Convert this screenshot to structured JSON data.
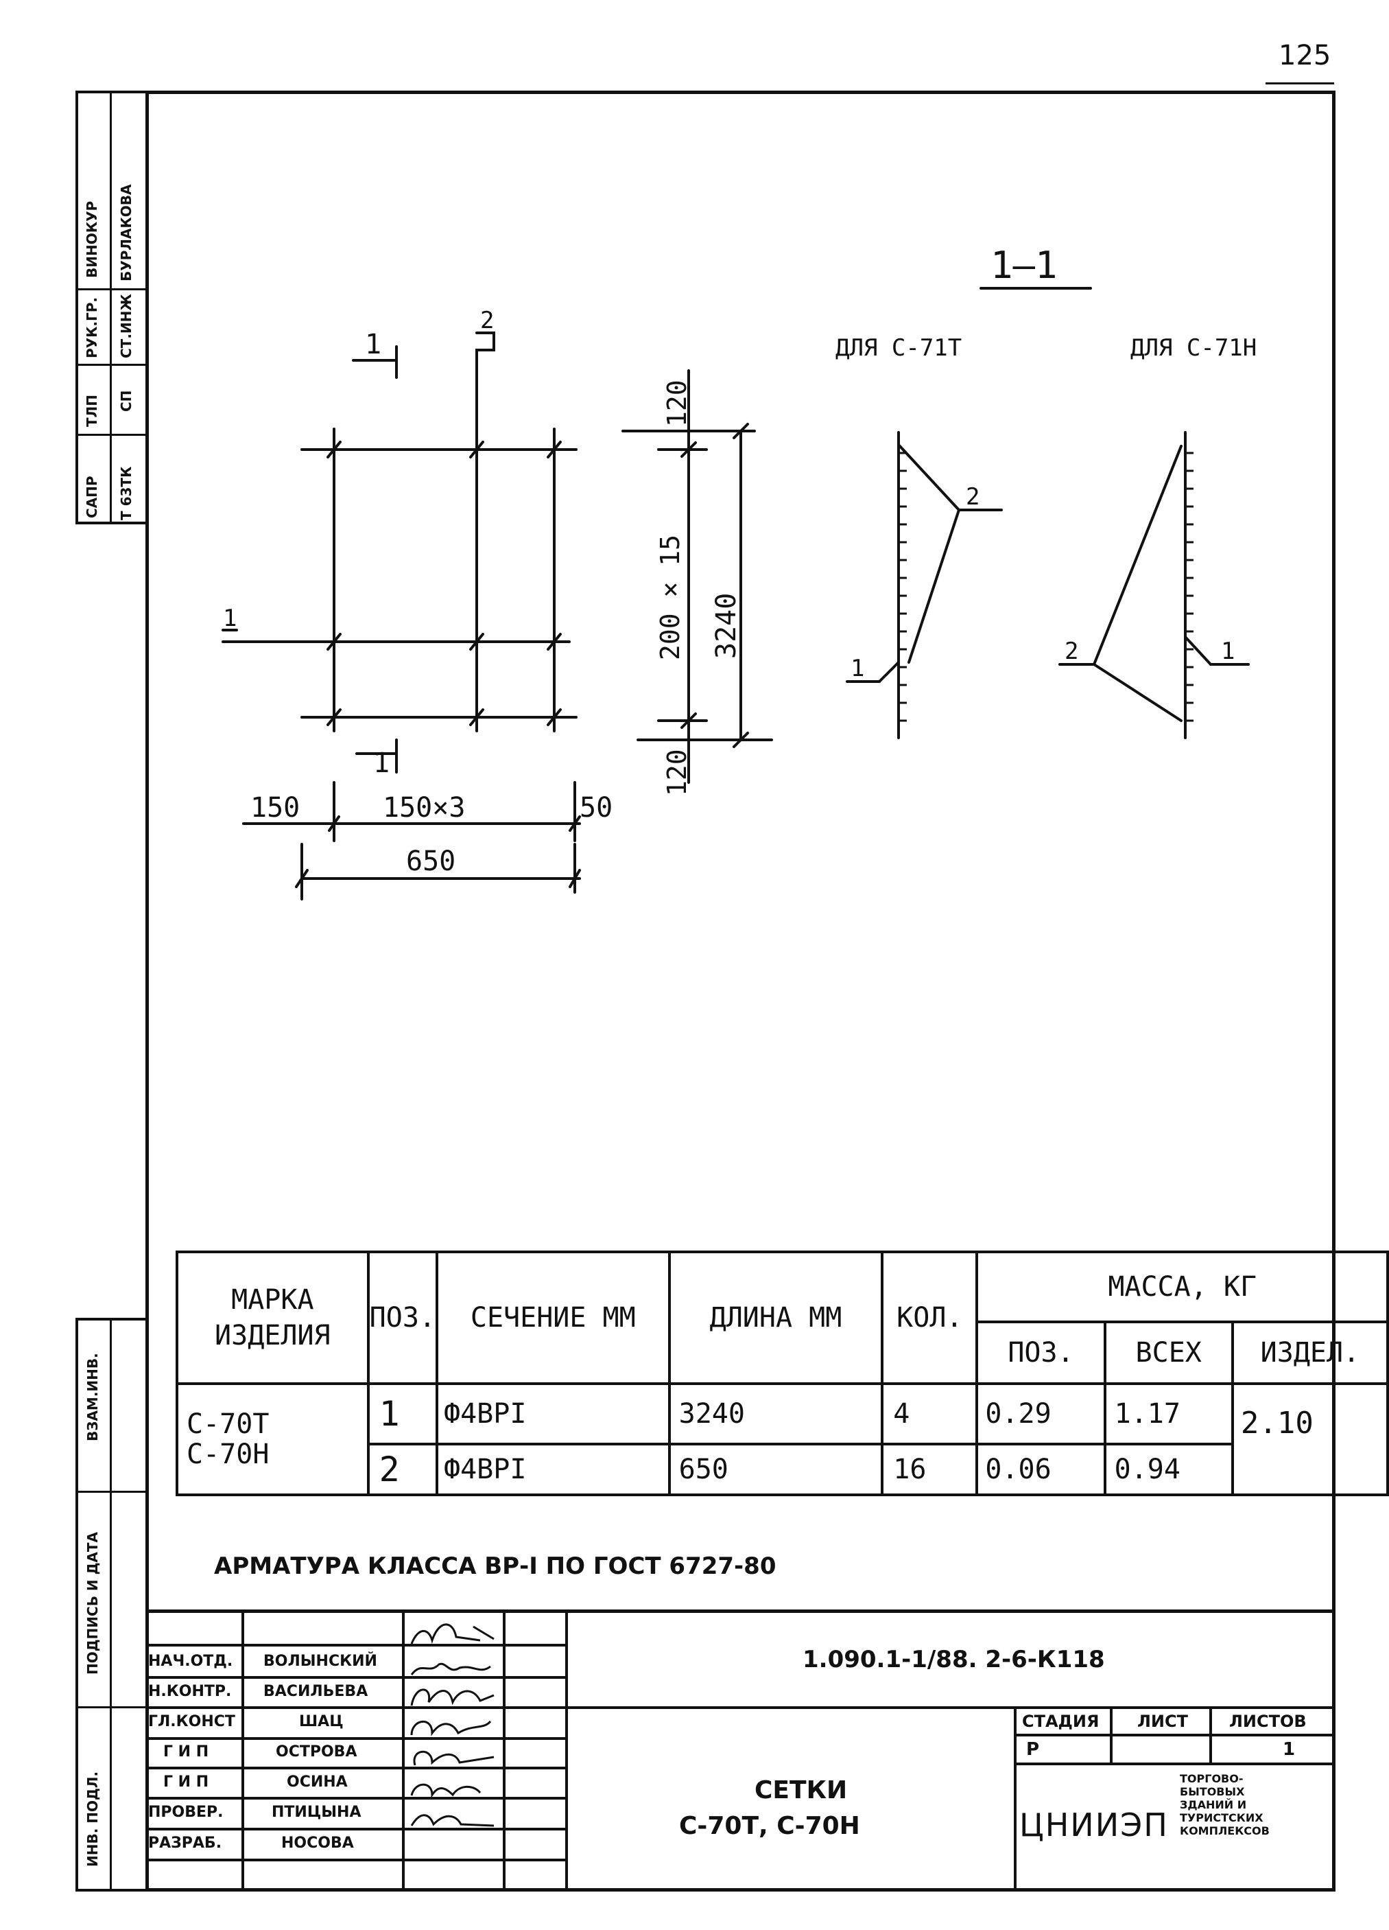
{
  "sheet_number_top": "125",
  "left_stamp": {
    "col1": [
      "САПР",
      "ТЛП",
      "РУК.ГР.",
      "ВИНОКУР"
    ],
    "col2": [
      "Т 63ТК",
      "СП",
      "СТ.ИНЖ",
      "БУРЛАКОВА"
    ],
    "lower": [
      "ВЗАМ.ИНВ.",
      "ПОДПИСЬ И ДАТА",
      "ИНВ. ПОДЛ."
    ]
  },
  "drawing": {
    "section_title": "1—1",
    "label_c71t": "ДЛЯ С-71Т",
    "label_c71h": "ДЛЯ С-71Н",
    "dims": {
      "d150": "150",
      "d150x3": "150×3",
      "d50": "50",
      "d650": "650",
      "d120_top": "120",
      "d200x15": "200 × 15",
      "d3240": "3240",
      "d120_bottom": "120"
    },
    "pos1": "1",
    "pos2": "2"
  },
  "table": {
    "headers": {
      "mark": "МАРКА ИЗДЕЛИЯ",
      "pos": "ПОЗ.",
      "section": "СЕЧЕНИЕ ММ",
      "length": "ДЛИНА ММ",
      "qty": "КОЛ.",
      "mass": "МАССА, КГ",
      "mass_pos": "ПОЗ.",
      "mass_all": "ВСЕХ",
      "mass_item": "ИЗДЕЛ."
    },
    "mark_line1": "С-70Т",
    "mark_line2": "С-70Н",
    "rows": [
      {
        "pos": "1",
        "section": "Ф4ВРI",
        "length": "3240",
        "qty": "4",
        "mass_pos": "0.29",
        "mass_all": "1.17"
      },
      {
        "pos": "2",
        "section": "Ф4ВРI",
        "length": "650",
        "qty": "16",
        "mass_pos": "0.06",
        "mass_all": "0.94"
      }
    ],
    "mass_item": "2.10"
  },
  "note": "АРМАТУРА КЛАССА ВР-I ПО ГОСТ 6727-80",
  "title_block": {
    "code": "1.090.1-1/88. 2-6-К118",
    "people": [
      {
        "role": "НАЧ.ОТД.",
        "name": "ВОЛЫНСКИЙ"
      },
      {
        "role": "Н.КОНТР.",
        "name": "ВАСИЛЬЕВА"
      },
      {
        "role": "ГЛ.КОНСТ",
        "name": "ШАЦ"
      },
      {
        "role": "Г И П",
        "name": "ОСТРОВА"
      },
      {
        "role": "Г И П",
        "name": "ОСИНА"
      },
      {
        "role": "ПРОВЕР.",
        "name": "ПТИЦЫНА"
      },
      {
        "role": "РАЗРАБ.",
        "name": "НОСОВА"
      }
    ],
    "name_line1": "СЕТКИ",
    "name_line2": "С-70Т, С-70Н",
    "stage_label": "СТАДИЯ",
    "sheet_label": "ЛИСТ",
    "sheets_label": "ЛИСТОВ",
    "stage": "Р",
    "sheet": "",
    "sheets": "1",
    "org": "ЦНИИЭП",
    "org_sub": [
      "ТОРГОВО-",
      "БЫТОВЫХ",
      "ЗДАНИЙ И",
      "ТУРИСТСКИХ",
      "КОМПЛЕКСОВ"
    ]
  }
}
